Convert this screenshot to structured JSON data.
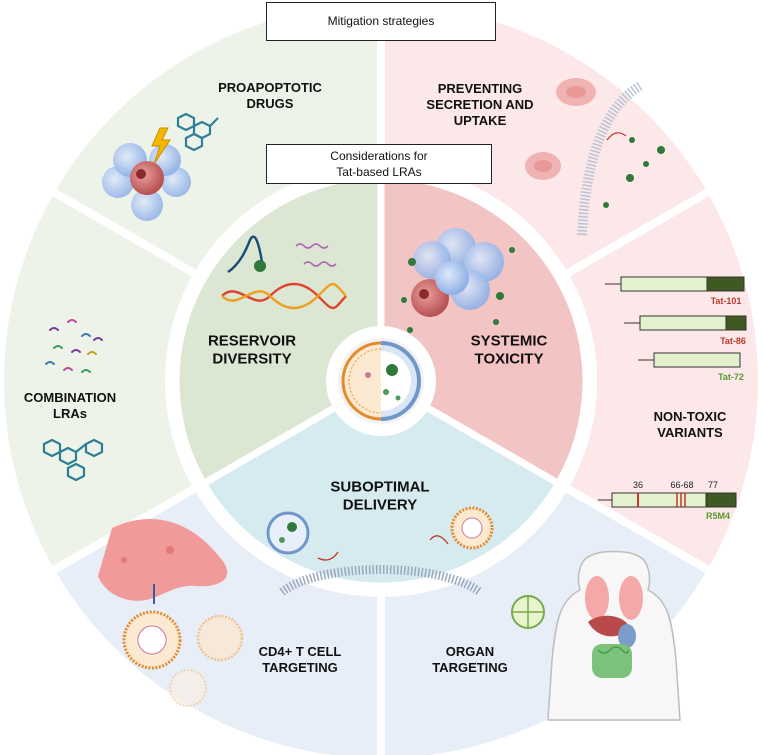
{
  "header": {
    "title": "Mitigation strategies"
  },
  "center_box": {
    "line1": "Considerations for",
    "line2": "Tat-based LRAs"
  },
  "outer_segments": {
    "proapoptotic": [
      "PROAPOPTOTIC",
      "DRUGS"
    ],
    "preventing": [
      "PREVENTING",
      "SECRETION AND",
      "UPTAKE"
    ],
    "combination": [
      "COMBINATION",
      "LRAs"
    ],
    "nontoxic": [
      "NON-TOXIC",
      "VARIANTS"
    ],
    "cd4": [
      "CD4+ T CELL",
      "TARGETING"
    ],
    "organ": [
      "ORGAN",
      "TARGETING"
    ]
  },
  "inner_segments": {
    "reservoir": [
      "RESERVOIR",
      "DIVERSITY"
    ],
    "toxicity": [
      "SYSTEMIC",
      "TOXICITY"
    ],
    "delivery": [
      "SUBOPTIMAL",
      "DELIVERY"
    ]
  },
  "variants": {
    "tat101": "Tat-101",
    "tat86": "Tat-86",
    "tat72": "Tat-72",
    "r5m4": "R5M4",
    "pos36": "36",
    "pos6668": "66-68",
    "pos77": "77"
  },
  "colors": {
    "green_outer": "#eef3ea",
    "pink_outer": "#fce8e8",
    "blue_outer": "#e8eef8",
    "green_inner": "#dbe7d3",
    "pink_inner": "#f2c4c4",
    "blue_inner": "#d6ebef",
    "label_red": "#c0392b",
    "label_green": "#5a9a2e"
  }
}
